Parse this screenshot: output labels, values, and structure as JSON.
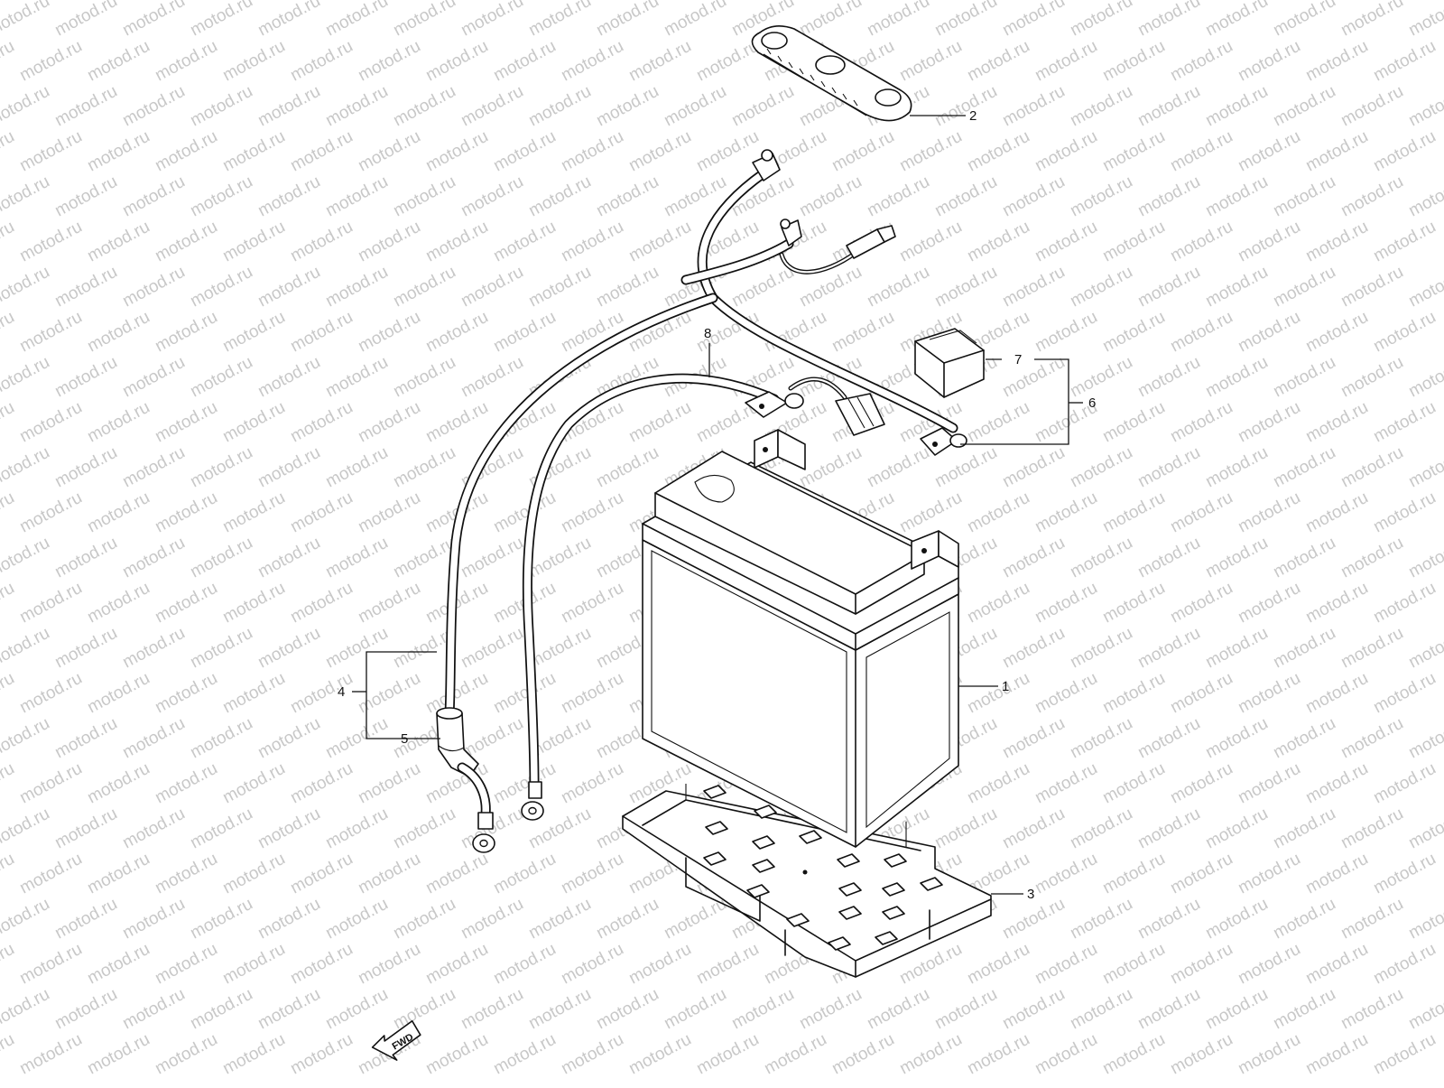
{
  "watermark": {
    "text": "motod.ru"
  },
  "fwd_label": "FWD",
  "callouts": [
    {
      "id": "1",
      "label": "1"
    },
    {
      "id": "2",
      "label": "2"
    },
    {
      "id": "3",
      "label": "3"
    },
    {
      "id": "4",
      "label": "4"
    },
    {
      "id": "5",
      "label": "5"
    },
    {
      "id": "6",
      "label": "6"
    },
    {
      "id": "7",
      "label": "7"
    },
    {
      "id": "8",
      "label": "8"
    }
  ]
}
